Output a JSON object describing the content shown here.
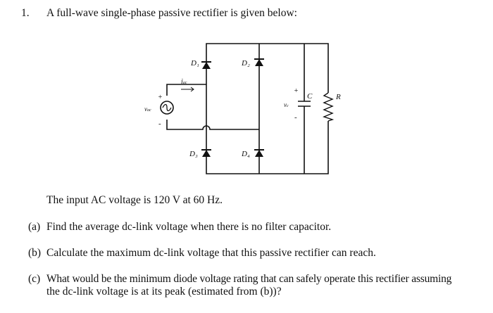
{
  "problem": {
    "number": "1.",
    "title": "A full-wave single-phase passive rectifier is given below:",
    "given": "The input AC voltage is 120 V at 60 Hz.",
    "parts": [
      {
        "label": "(a)",
        "text": "Find the average dc-link voltage when there is no filter capacitor."
      },
      {
        "label": "(b)",
        "text": "Calculate the maximum dc-link voltage that this passive rectifier can reach."
      },
      {
        "label": "(c)",
        "text": "What would be the minimum diode voltage rating that can safely operate this rectifier assuming",
        "text2": "the dc-link voltage is at its peak (estimated from (b))?"
      }
    ]
  },
  "circuit": {
    "diode_labels": [
      "D₁",
      "D₂",
      "D₃",
      "D₄"
    ],
    "source_label": "v",
    "source_sub": "ac",
    "current_label": "i",
    "current_sub": "ac",
    "cap_voltage_label": "v",
    "cap_voltage_sub": "c",
    "capacitor_label": "C",
    "resistor_label": "R",
    "plus": "+",
    "minus": "-"
  }
}
